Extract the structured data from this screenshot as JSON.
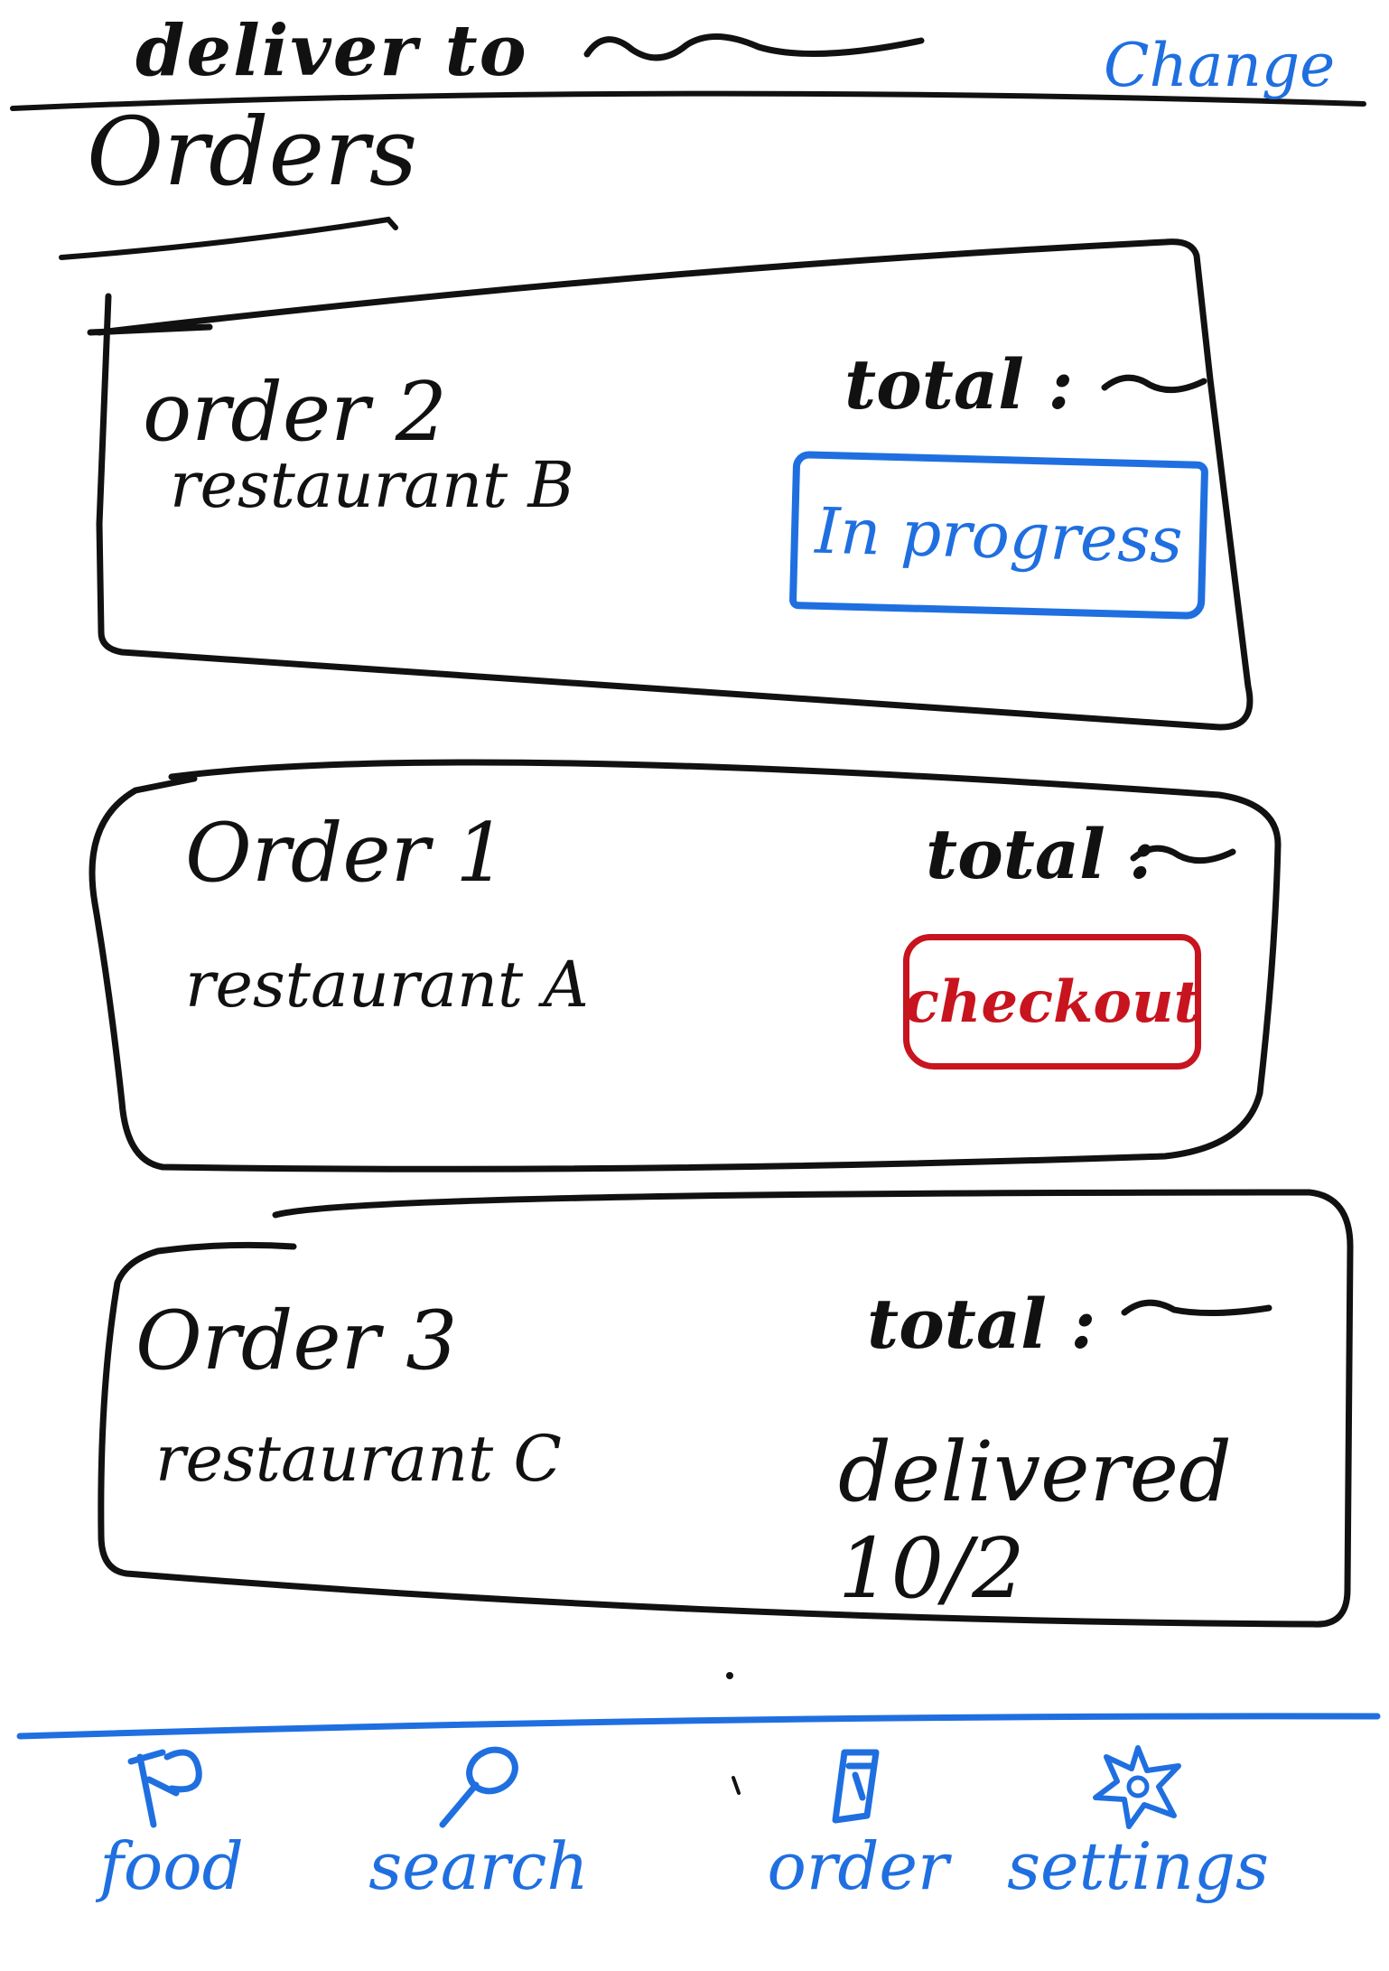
{
  "header": {
    "deliver_label": "deliver to",
    "change_link": "Change"
  },
  "page": {
    "title": "Orders"
  },
  "orders": [
    {
      "title": "order 2",
      "restaurant": "restaurant B",
      "total_label": "total :",
      "status": "In progress",
      "status_color": "#1f6fe0"
    },
    {
      "title": "Order 1",
      "restaurant": "restaurant A",
      "total_label": "total :",
      "status": "checkout",
      "status_color": "#c8141e"
    },
    {
      "title": "Order 3",
      "restaurant": "restaurant C",
      "total_label": "total :",
      "status": "delivered 10/2",
      "status_color": "#111111"
    }
  ],
  "nav": {
    "items": [
      {
        "label": "food",
        "icon": "food-icon"
      },
      {
        "label": "search",
        "icon": "search-icon"
      },
      {
        "label": "order",
        "icon": "order-icon"
      },
      {
        "label": "settings",
        "icon": "settings-icon"
      }
    ]
  },
  "colors": {
    "accent": "#1f6fe0",
    "danger": "#c8141e",
    "ink": "#111111"
  }
}
